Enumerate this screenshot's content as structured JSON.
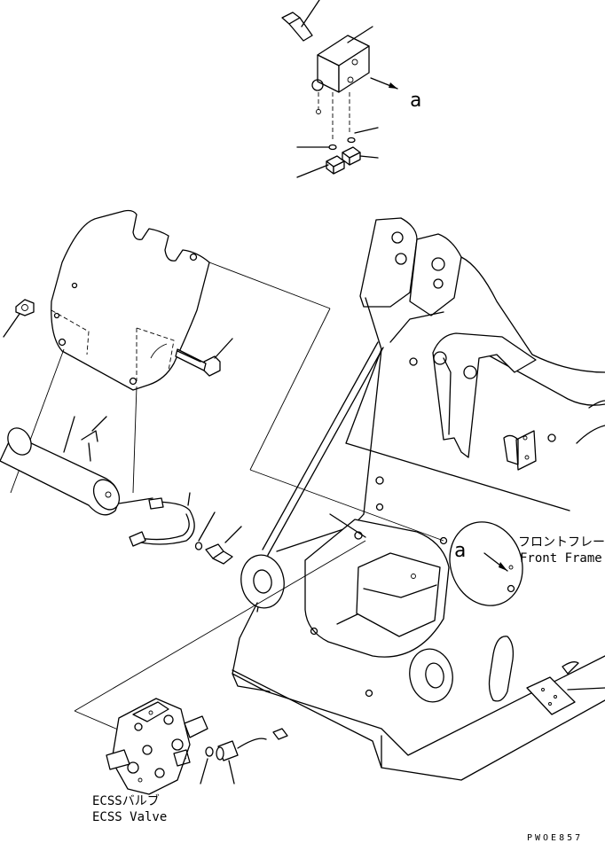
{
  "view_marker": "a",
  "callouts": {
    "front_frame_jp": "フロントフレーム",
    "front_frame_en": "Front Frame",
    "ecss_valve_jp": "ECSSバルブ",
    "ecss_valve_en": "ECSS Valve"
  },
  "drawing_code": "PWOE857"
}
